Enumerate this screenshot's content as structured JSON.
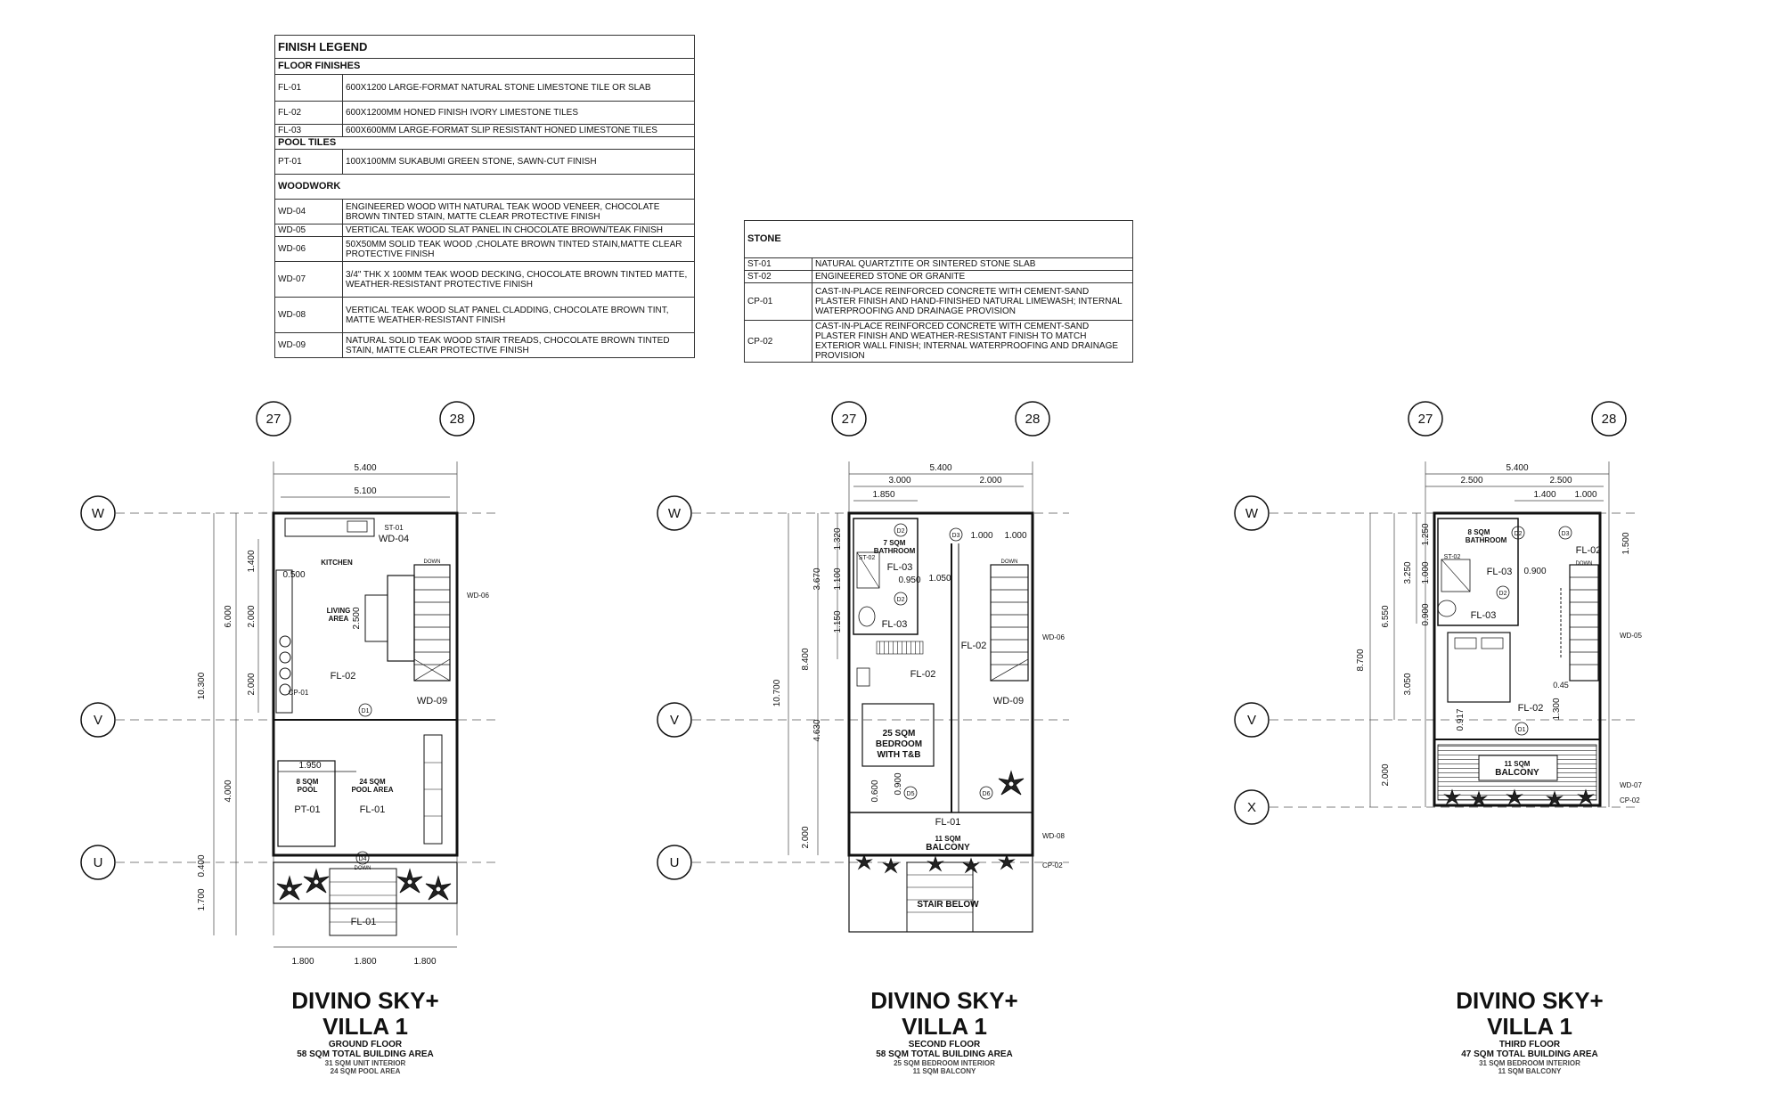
{
  "finish_legend": {
    "title": "FINISH LEGEND",
    "sections": [
      {
        "heading": "FLOOR FINISHES",
        "items": [
          {
            "code": "FL-01",
            "desc": "600X1200 LARGE-FORMAT NATURAL STONE LIMESTONE TILE OR SLAB"
          },
          {
            "code": "FL-02",
            "desc": "600X1200MM HONED FINISH IVORY LIMESTONE TILES"
          },
          {
            "code": "FL-03",
            "desc": "600X600MM LARGE-FORMAT SLIP RESISTANT HONED LIMESTONE TILES"
          }
        ]
      },
      {
        "heading": "POOL TILES",
        "items": [
          {
            "code": "PT-01",
            "desc": "100X100MM SUKABUMI GREEN STONE, SAWN-CUT FINISH"
          }
        ]
      },
      {
        "heading": "WOODWORK",
        "items": [
          {
            "code": "WD-04",
            "desc": "ENGINEERED WOOD WITH NATURAL TEAK WOOD VENEER, CHOCOLATE BROWN TINTED STAIN, MATTE CLEAR PROTECTIVE FINISH"
          },
          {
            "code": "WD-05",
            "desc": "VERTICAL TEAK WOOD SLAT PANEL IN CHOCOLATE BROWN/TEAK FINISH"
          },
          {
            "code": "WD-06",
            "desc": "50X50MM SOLID TEAK WOOD ,CHOLATE BROWN TINTED STAIN,MATTE CLEAR PROTECTIVE FINISH"
          },
          {
            "code": "WD-07",
            "desc": "3/4\" THK X 100MM TEAK WOOD DECKING, CHOCOLATE BROWN TINTED MATTE, WEATHER-RESISTANT PROTECTIVE FINISH"
          },
          {
            "code": "WD-08",
            "desc": "VERTICAL TEAK WOOD SLAT PANEL CLADDING, CHOCOLATE BROWN TINT, MATTE WEATHER-RESISTANT FINISH"
          },
          {
            "code": "WD-09",
            "desc": "NATURAL SOLID TEAK WOOD STAIR TREADS, CHOCOLATE BROWN TINTED STAIN, MATTE CLEAR PROTECTIVE FINISH"
          }
        ]
      }
    ]
  },
  "stone_legend": {
    "heading": "STONE",
    "items": [
      {
        "code": "ST-01",
        "desc": "NATURAL QUARTZTITE OR SINTERED STONE SLAB"
      },
      {
        "code": "ST-02",
        "desc": "ENGINEERED STONE OR GRANITE"
      },
      {
        "code": "CP-01",
        "desc": "CAST-IN-PLACE REINFORCED CONCRETE WITH CEMENT-SAND PLASTER FINISH AND HAND-FINISHED NATURAL LIMEWASH; INTERNAL WATERPROOFING AND DRAINAGE PROVISION"
      },
      {
        "code": "CP-02",
        "desc": "CAST-IN-PLACE REINFORCED CONCRETE WITH CEMENT-SAND PLASTER FINISH AND WEATHER-RESISTANT FINISH TO MATCH EXTERIOR WALL FINISH; INTERNAL WATERPROOFING AND DRAINAGE PROVISION"
      }
    ]
  },
  "grid_labels": {
    "col_a": "27",
    "col_b": "28",
    "row_w": "W",
    "row_v": "V",
    "row_u": "U",
    "row_x": "X"
  },
  "plans": [
    {
      "title": "DIVINO SKY+",
      "subtitle": "VILLA 1",
      "floor": "GROUND FLOOR",
      "total_area": "58 SQM TOTAL BUILDING AREA",
      "details": [
        "31 SQM UNIT INTERIOR",
        "24 SQM POOL AREA"
      ],
      "dims": {
        "overall": "5.400",
        "inner": "5.100",
        "left_total": "10.300",
        "left_upper": "6.000",
        "left_lower": "4.000",
        "left_bottom1": "0.400",
        "left_bottom2": "1.700",
        "left_a": "1.400",
        "left_b": "2.000",
        "left_c": "2.000",
        "bottom_1": "1.800",
        "bottom_2": "1.800",
        "bottom_3": "1.800",
        "d_0500": "0.500",
        "d_2500": "2.500",
        "d_1950": "1.950"
      },
      "labels": {
        "kitchen": "KITCHEN",
        "living": "LIVING",
        "area": "AREA",
        "pool_sqm": "8 SQM",
        "pool": "POOL",
        "poolarea_sqm": "24 SQM",
        "poolarea": "POOL AREA",
        "fl02": "FL-02",
        "pt01": "PT-01",
        "fl01": "FL-01",
        "fl01b": "FL-01",
        "st01": "ST-01",
        "wd04": "WD-04",
        "wd06": "WD-06",
        "wd09": "WD-09",
        "cp01": "CP-01",
        "down": "DOWN",
        "down2": "DOWN",
        "d1": "D1",
        "d4": "D4"
      }
    },
    {
      "title": "DIVINO SKY+",
      "subtitle": "VILLA 1",
      "floor": "SECOND FLOOR",
      "total_area": "58 SQM TOTAL BUILDING AREA",
      "details": [
        "25 SQM BEDROOM INTERIOR",
        "11 SQM BALCONY"
      ],
      "dims": {
        "overall": "5.400",
        "top_a": "3.000",
        "top_b": "2.000",
        "top_c": "1.850",
        "left_total": "10.700",
        "left_upper": "8.400",
        "left_lower": "2.000",
        "l_3670": "3.670",
        "l_4630": "4.630",
        "l_1320": "1.320",
        "l_1100": "1.100",
        "l_1150": "1.150",
        "d_0950": "0.950",
        "d_1050": "1.050",
        "d_1000a": "1.000",
        "d_1000b": "1.000",
        "d_0600": "0.600",
        "d_0900": "0.900"
      },
      "labels": {
        "bath_sqm": "7 SQM",
        "bath": "BATHROOM",
        "st02": "ST-02",
        "fl03a": "FL-03",
        "fl03b": "FL-03",
        "fl02a": "FL-02",
        "fl02b": "FL-02",
        "bed_sqm": "25 SQM",
        "bed": "BEDROOM",
        "bed_tb": "WITH T&B",
        "fl01": "FL-01",
        "balc_sqm": "11 SQM",
        "balc": "BALCONY",
        "stair_below": "STAIR BELOW",
        "wd06": "WD-06",
        "wd09": "WD-09",
        "wd08": "WD-08",
        "cp02": "CP-02",
        "down": "DOWN",
        "d2": "D2",
        "d3": "D3",
        "d2b": "D2",
        "d5": "D5",
        "d6": "D6"
      }
    },
    {
      "title": "DIVINO SKY+",
      "subtitle": "VILLA 1",
      "floor": "THIRD FLOOR",
      "total_area": "47 SQM TOTAL BUILDING AREA",
      "details": [
        "31 SQM BEDROOM INTERIOR",
        "11 SQM BALCONY"
      ],
      "dims": {
        "overall": "5.400",
        "top_a": "2.500",
        "top_b": "2.500",
        "top_c": "1.400",
        "top_d": "1.000",
        "left_total": "8.700",
        "l_6550": "6.550",
        "l_3250": "3.250",
        "l_3050": "3.050",
        "l_2000": "2.000",
        "l_1250": "1.250",
        "l_1000": "1.000",
        "l_0900": "0.900",
        "r_1500": "1.500",
        "d_0900": "0.900",
        "d_0917": "0.917",
        "d_1300": "1.300",
        "d_045": "0.45"
      },
      "labels": {
        "bath_sqm": "8 SQM",
        "bath": "BATHROOM",
        "st02": "ST-02",
        "fl03a": "FL-03",
        "fl03b": "FL-03",
        "fl02a": "FL-02",
        "fl02b": "FL-02",
        "balc_sqm": "11 SQM",
        "balc": "BALCONY",
        "wd05": "WD-05",
        "wd07": "WD-07",
        "cp02": "CP-02",
        "down": "DOWN",
        "d1": "D1",
        "d2": "D2",
        "d2b": "D2",
        "d3": "D3"
      }
    }
  ]
}
